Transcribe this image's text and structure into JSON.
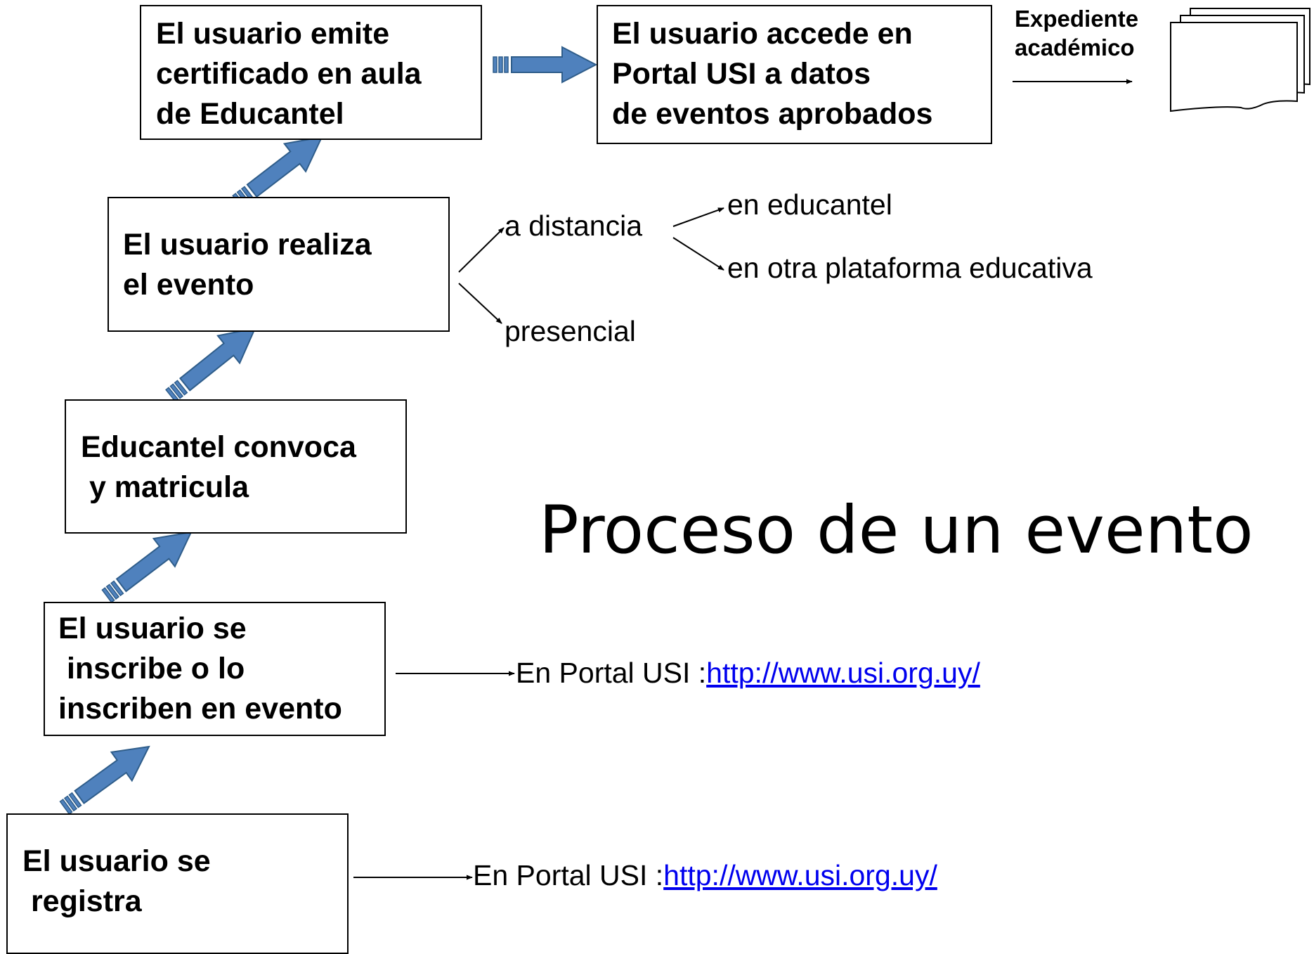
{
  "title": "Proceso de un evento",
  "steps": {
    "registra": "El usuario se\n registra",
    "inscribe": "El usuario se\n inscribe o lo\ninscriben en evento",
    "convoca": "Educantel convoca\n y matricula",
    "realiza": "El usuario realiza\nel evento",
    "emite": "El usuario emite\ncertificado en aula\nde Educantel",
    "accede": "El usuario accede en\nPortal USI a datos\nde eventos aprobados"
  },
  "modalities": {
    "a_distancia": "a distancia",
    "presencial": "presencial",
    "en_educantel": "en educantel",
    "otra_plataforma": "en otra plataforma educativa"
  },
  "portal": {
    "prefix": "En Portal USI :",
    "url": "http://www.usi.org.uy/"
  },
  "expediente": "Expediente\nacadémico",
  "colors": {
    "arrow_fill": "#4f81bd",
    "arrow_stroke": "#2f5d8a",
    "link": "#0000ee"
  }
}
